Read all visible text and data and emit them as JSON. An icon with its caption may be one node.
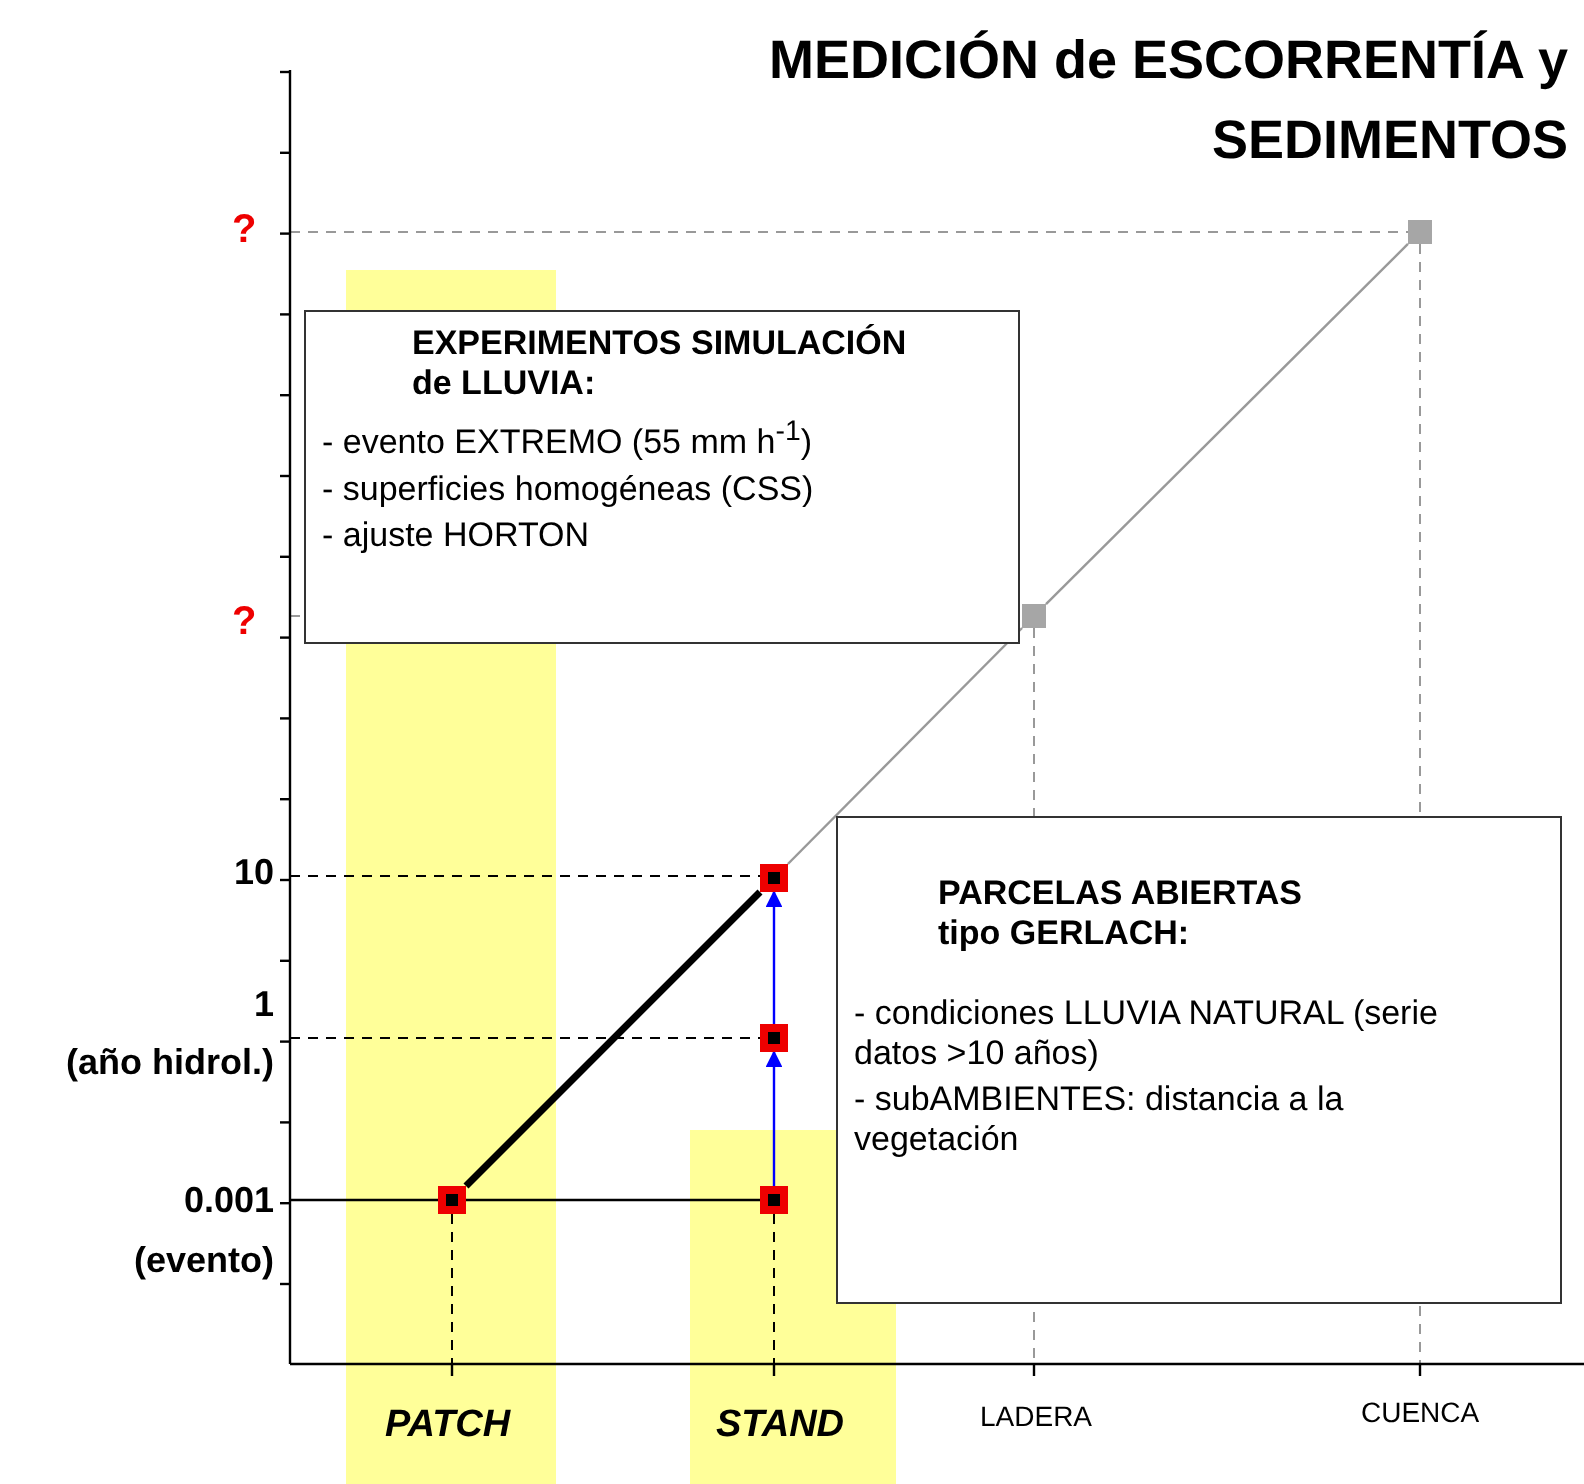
{
  "diagram": {
    "title": "MEDICIÓN de ESCORRENTÍA y SEDIMENTOS",
    "nodes": [
      {
        "text": [
          "EXPERIMENTOS SIMULACIÓN de LLUVIA:",
          "- evento EXTREMO (55 mm h$^{-1}$)",
          "- superficies homogéneas (CSS)",
          "- ajuste HORTON"
        ]
      },
      {
        "text": [
          "PARCELAS ABIERTAS tipo GERLACH:",
          "- condiciones LLUVIA NATURAL (serie datos >10 años)",
          "- subAMBIENTES: distancia a la vegetación"
        ]
      },
      {
        "text": [],
        "shape": "box"
      },
      {
        "text": [],
        "shape": "box"
      },
      {
        "text": [],
        "shape": "box"
      },
      {
        "text": [],
        "shape": "box"
      },
      {
        "text": [],
        "shape": "box"
      },
      {
        "text": [],
        "shape": "box"
      }
    ],
    "edges": [
      {
        "from": 2,
        "to": 3,
        "arrow": "none",
        "style": "thick",
        "color": "#000000"
      },
      {
        "from": 5,
        "to": 4,
        "arrow": "to",
        "color": "#0000ff"
      },
      {
        "from": 4,
        "to": 3,
        "arrow": "to",
        "color": "#0000ff"
      },
      {
        "from": 3,
        "to": 6,
        "arrow": "none",
        "color": "#999999"
      },
      {
        "from": 6,
        "to": 7,
        "arrow": "none",
        "color": "#999999"
      }
    ],
    "labels": [
      "?",
      "?",
      "10",
      "1",
      "(año hidrol.)",
      "0.001",
      "(evento)",
      "PATCH",
      "STAND",
      "LADERA",
      "CUENCA"
    ]
  }
}
